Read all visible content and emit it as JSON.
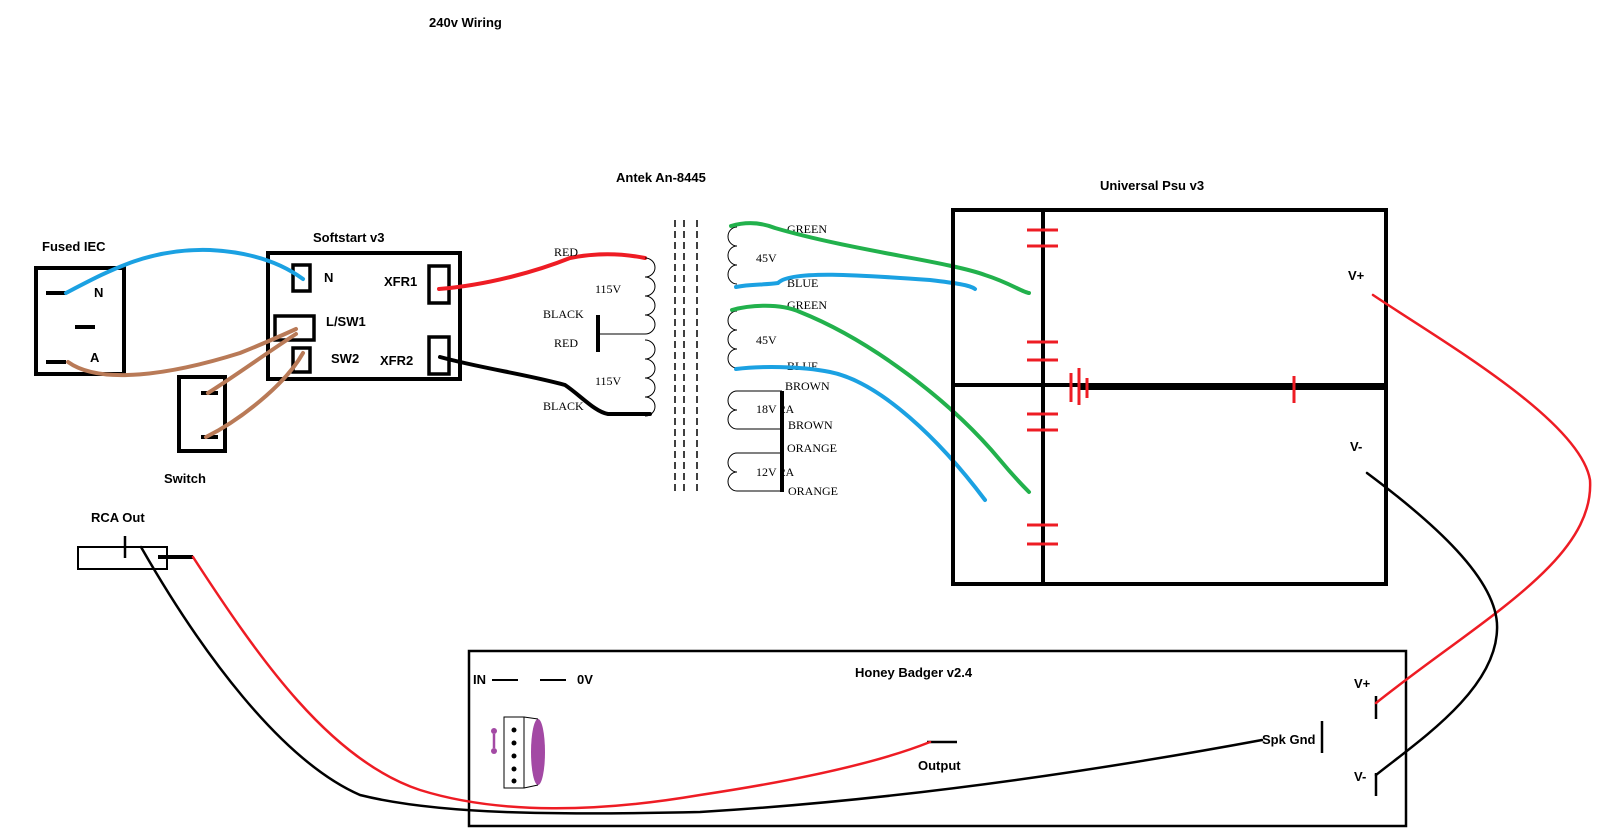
{
  "title": "240v Wiring",
  "colors": {
    "blue": "#1ba1e2",
    "brown": "#b97a57",
    "red": "#ee1c24",
    "black": "#000000",
    "green": "#22b14c",
    "purple": "#a349a4"
  },
  "iec": {
    "title": "Fused IEC",
    "n": "N",
    "a": "A"
  },
  "switch": {
    "title": "Switch"
  },
  "softstart": {
    "title": "Softstart v3",
    "n": "N",
    "lsw1": "L/SW1",
    "sw2": "SW2",
    "xfr1": "XFR1",
    "xfr2": "XFR2"
  },
  "transformer": {
    "title": "Antek An-8445",
    "primary": {
      "red1": "RED",
      "v1": "115V",
      "black1": "BLACK",
      "red2": "RED",
      "v2": "115V",
      "black2": "BLACK"
    },
    "secondary": {
      "green1": "GREEN",
      "v45a": "45V",
      "blue1": "BLUE",
      "green2": "GREEN",
      "v45b": "45V",
      "blue2": "BLUE",
      "brown1": "BROWN",
      "v18": "18V 2A",
      "brown2": "BROWN",
      "orange1": "ORANGE",
      "v12": "12V 2A",
      "orange2": "ORANGE"
    }
  },
  "psu": {
    "title": "Universal Psu v3",
    "vplus": "V+",
    "vminus": "V-"
  },
  "rca": {
    "title": "RCA Out"
  },
  "amp": {
    "title": "Honey Badger v2.4",
    "in": "IN",
    "zero_v": "0V",
    "output": "Output",
    "spk_gnd": "Spk Gnd",
    "vplus": "V+",
    "vminus": "V-"
  }
}
